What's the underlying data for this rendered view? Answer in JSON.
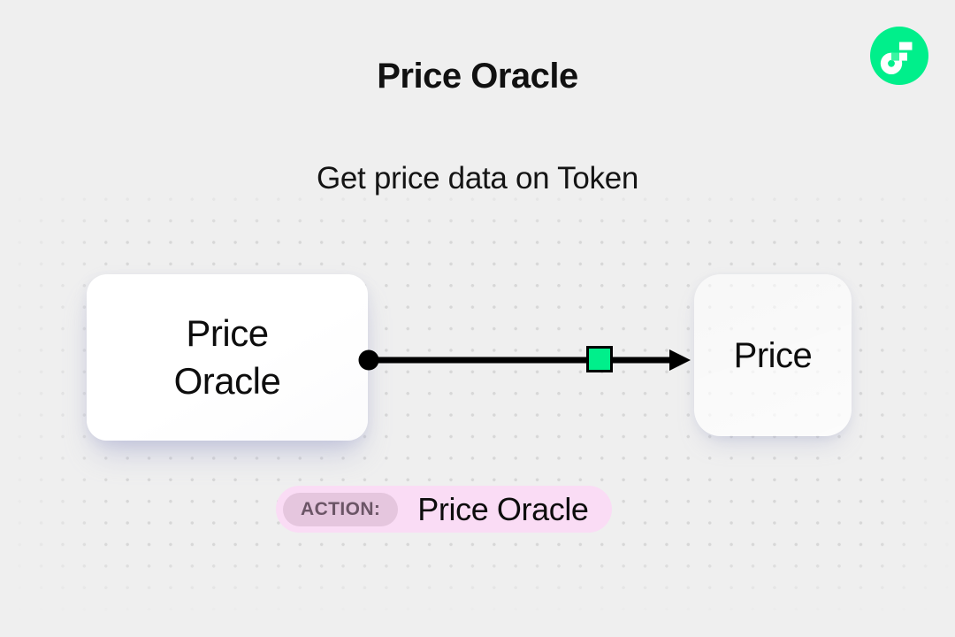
{
  "header": {
    "title": "Price Oracle",
    "subtitle": "Get price data on Token"
  },
  "brand": {
    "logo_icon": "flow-logo-icon",
    "logo_circle_color": "#00EF8B",
    "logo_mark_color": "#FFFFFF",
    "logo_accent_color": "#3CF5A3"
  },
  "diagram": {
    "type": "flow-diagram",
    "background_color": "#EFEFEF",
    "dot_grid_color": "#D7D7D7",
    "nodes": [
      {
        "id": "source",
        "label": "Price\nOracle",
        "role": "source",
        "fill": "#FFFFFF",
        "shadow_color": "#C8CBE0"
      },
      {
        "id": "target",
        "label": "Price",
        "role": "target",
        "fill": "rgba(255,255,255,0.7)",
        "shadow_color": "#C8CBE0"
      }
    ],
    "edge": {
      "from": "source",
      "to": "target",
      "line_color": "#000000",
      "start_handle": "circle-handle-icon",
      "end_marker": "arrow-head-icon",
      "step_marker": "green-step-square-icon",
      "step_marker_color": "#00EF8B",
      "step_marker_border_color": "#000000"
    }
  },
  "action": {
    "key_label": "ACTION:",
    "value_label": "Price Oracle",
    "pill_color": "#FADCF5",
    "key_pill_color": "#E5C6DE",
    "key_text_color": "#6B5566"
  }
}
